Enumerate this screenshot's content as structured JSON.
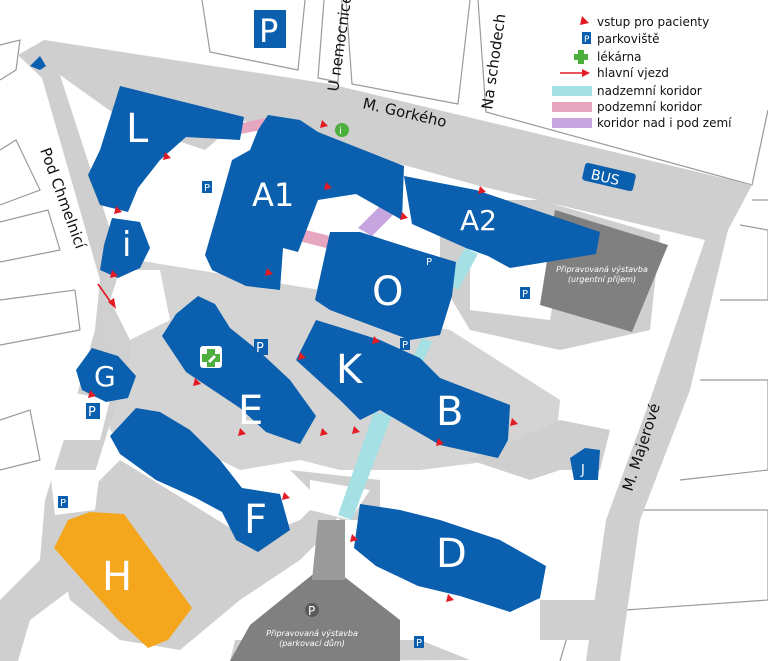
{
  "streets": {
    "gorkeho": "M. Gorkého",
    "u_nemocnice": "U nemocnice",
    "na_schodech": "Na schodech",
    "pod_chmelnici": "Pod Chmelnicí",
    "majerove": "M. Majerové"
  },
  "buildings": {
    "L": "L",
    "A1": "A1",
    "A2": "A2",
    "i": "i",
    "O": "O",
    "K": "K",
    "B": "B",
    "G": "G",
    "E": "E",
    "F": "F",
    "D": "D",
    "H": "H",
    "J": "J"
  },
  "parking_symbol": "P",
  "bus_stop": "BUS",
  "info_symbol": "i",
  "planned": {
    "urgent_title": "Připravovaná výstavba",
    "urgent_sub": "(urgentní příjem)",
    "parking_title": "Připravovaná výstavba",
    "parking_sub": "(parkovací dům)"
  },
  "legend": [
    {
      "symbol": "entrance",
      "label": "vstup pro pacienty"
    },
    {
      "symbol": "parking",
      "label": "parkoviště"
    },
    {
      "symbol": "pharmacy",
      "label": "lékárna"
    },
    {
      "symbol": "main-entry",
      "label": "hlavní vjezd"
    },
    {
      "symbol": "corridor-above",
      "label": "nadzemní koridor"
    },
    {
      "symbol": "corridor-below",
      "label": "podzemní koridor"
    },
    {
      "symbol": "corridor-both",
      "label": "koridor nad i pod zemí"
    }
  ],
  "colors": {
    "building": "#0a5fae",
    "road": "#cfcfcf",
    "planned": "#808080",
    "hospital_h": "#f4a71d",
    "corridor_above": "#a5e0e4",
    "corridor_below": "#e7a6c0",
    "corridor_both": "#c7a6e0",
    "entrance": "#e31b23",
    "pharmacy": "#4cae3c"
  }
}
